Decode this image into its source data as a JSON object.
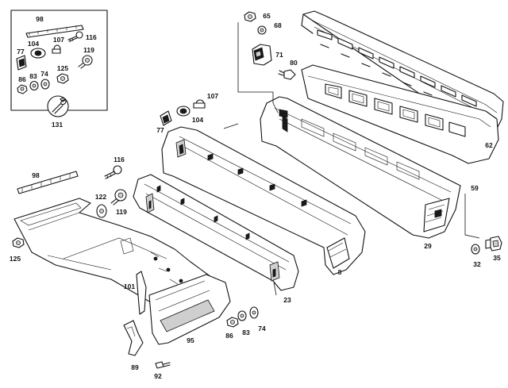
{
  "callouts": {
    "c98a": "98",
    "c116a": "116",
    "c104a": "104",
    "c107a": "107",
    "c119a": "119",
    "c77a": "77",
    "c125a": "125",
    "c86a": "86",
    "c83a": "83",
    "c74a": "74",
    "c131": "131",
    "c65": "65",
    "c68": "68",
    "c71": "71",
    "c80": "80",
    "c62": "62",
    "c107b": "107",
    "c104b": "104",
    "c77b": "77",
    "c59": "59",
    "c29": "29",
    "c32": "32",
    "c35": "35",
    "c8": "8",
    "c98b": "98",
    "c116b": "116",
    "c122": "122",
    "c119b": "119",
    "c125b": "125",
    "c23": "23",
    "c101": "101",
    "c95": "95",
    "c86b": "86",
    "c83b": "83",
    "c74b": "74",
    "c89": "89",
    "c92": "92"
  }
}
